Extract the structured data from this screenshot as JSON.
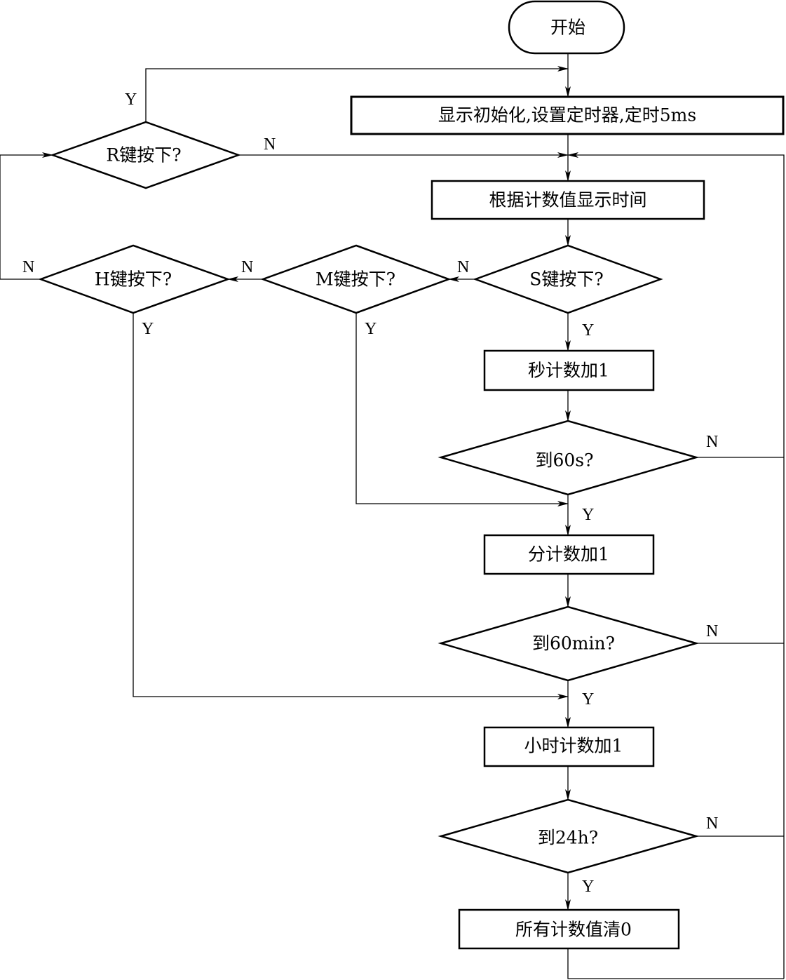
{
  "nodes": {
    "start": "开始",
    "init": "显示初始化,设置定时器,定时5ms",
    "display": "根据计数值显示时间",
    "r_key": "R键按下?",
    "s_key": "S键按下?",
    "m_key": "M键按下?",
    "h_key": "H键按下?",
    "sec_inc": "秒计数加1",
    "check_60s": "到60s?",
    "min_inc": "分计数加1",
    "check_60min": "到60min?",
    "hour_inc": "小时计数加1",
    "check_24h": "到24h?",
    "clear_all": "所有计数值清0"
  },
  "labels": {
    "yes": "Y",
    "no": "N"
  }
}
